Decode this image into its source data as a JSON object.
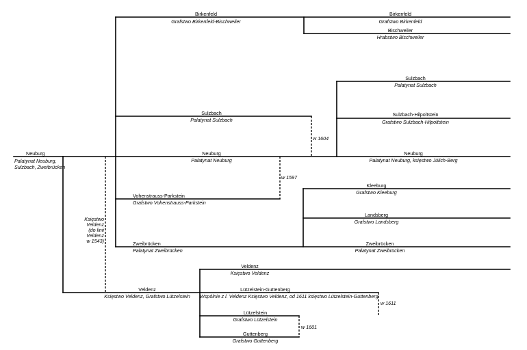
{
  "labels": {
    "n1_name": "Neuburg",
    "n1_sub_1": "Palatynat Neuburg,",
    "n1_sub_2": "Sulzbach, Zweibrücken",
    "bk_name": "Birkenfeld",
    "bk_sub": "Grafstwo Birkenfeld-Bischweiler",
    "bk2_name": "Birkenfeld",
    "bk2_sub": "Grafstwo Birkenfeld",
    "bw_name": "Bischweiler",
    "bw_sub": "Hrabstwo Bischweiler",
    "su_name": "Sulzbach",
    "su_sub": "Palatynat Sulzbach",
    "su2_name": "Sulzbach",
    "su2_sub": "Palatynat Sulzbach",
    "sh_name": "Sulzbach-Hilpoltstein",
    "sh_sub": "Grafstwo Sulzbach-Hilpoltstein",
    "w1604": "w 1604",
    "n2_name": "Neuburg",
    "n2_sub": "Palatynat Neuburg",
    "n3_name": "Neuburg",
    "n3_sub": "Palatynat Neuburg, księstwo Jülich-Berg",
    "w1597": "w 1597",
    "vo_name": "Vohenstrauss-Parkstein",
    "vo_sub": "Grafstwo Vohenstrauss-Parkstein",
    "kl_name": "Kleeburg",
    "kl_sub": "Grafstwo Kleeburg",
    "la_name": "Landsberg",
    "la_sub": "Grafstwo Landsberg",
    "zw1_name": "Zweibrücken",
    "zw1_sub": "Palatynat Zweibrücken",
    "zw2_name": "Zweibrücken",
    "zw2_sub": "Palatynat Zweibrücken",
    "vd_note": [
      "Księstwo",
      "Veldenz",
      "(do linii",
      "Veldenz",
      "w 1543)"
    ],
    "ve_name": "Veldenz",
    "ve_sub": "Księstwo Veldenz, Grafstwo Lützelstein",
    "ve2_name": "Veldenz",
    "ve2_sub": "Księstwo Veldenz",
    "lg_name": "Lützelstein-Guttenberg",
    "lg_sub": "Wspólnie z l. Veldenz Księstwo Veldenz, od 1611 księstwo Lützelstein-Guttenberg",
    "w1611": "w 1611",
    "lu_name": "Lützelstein",
    "lu_sub": "Grafstwo Lützelstein",
    "w1601": "w 1601",
    "gu_name": "Guttenberg",
    "gu_sub": "Grafstwo Guttenberg"
  }
}
